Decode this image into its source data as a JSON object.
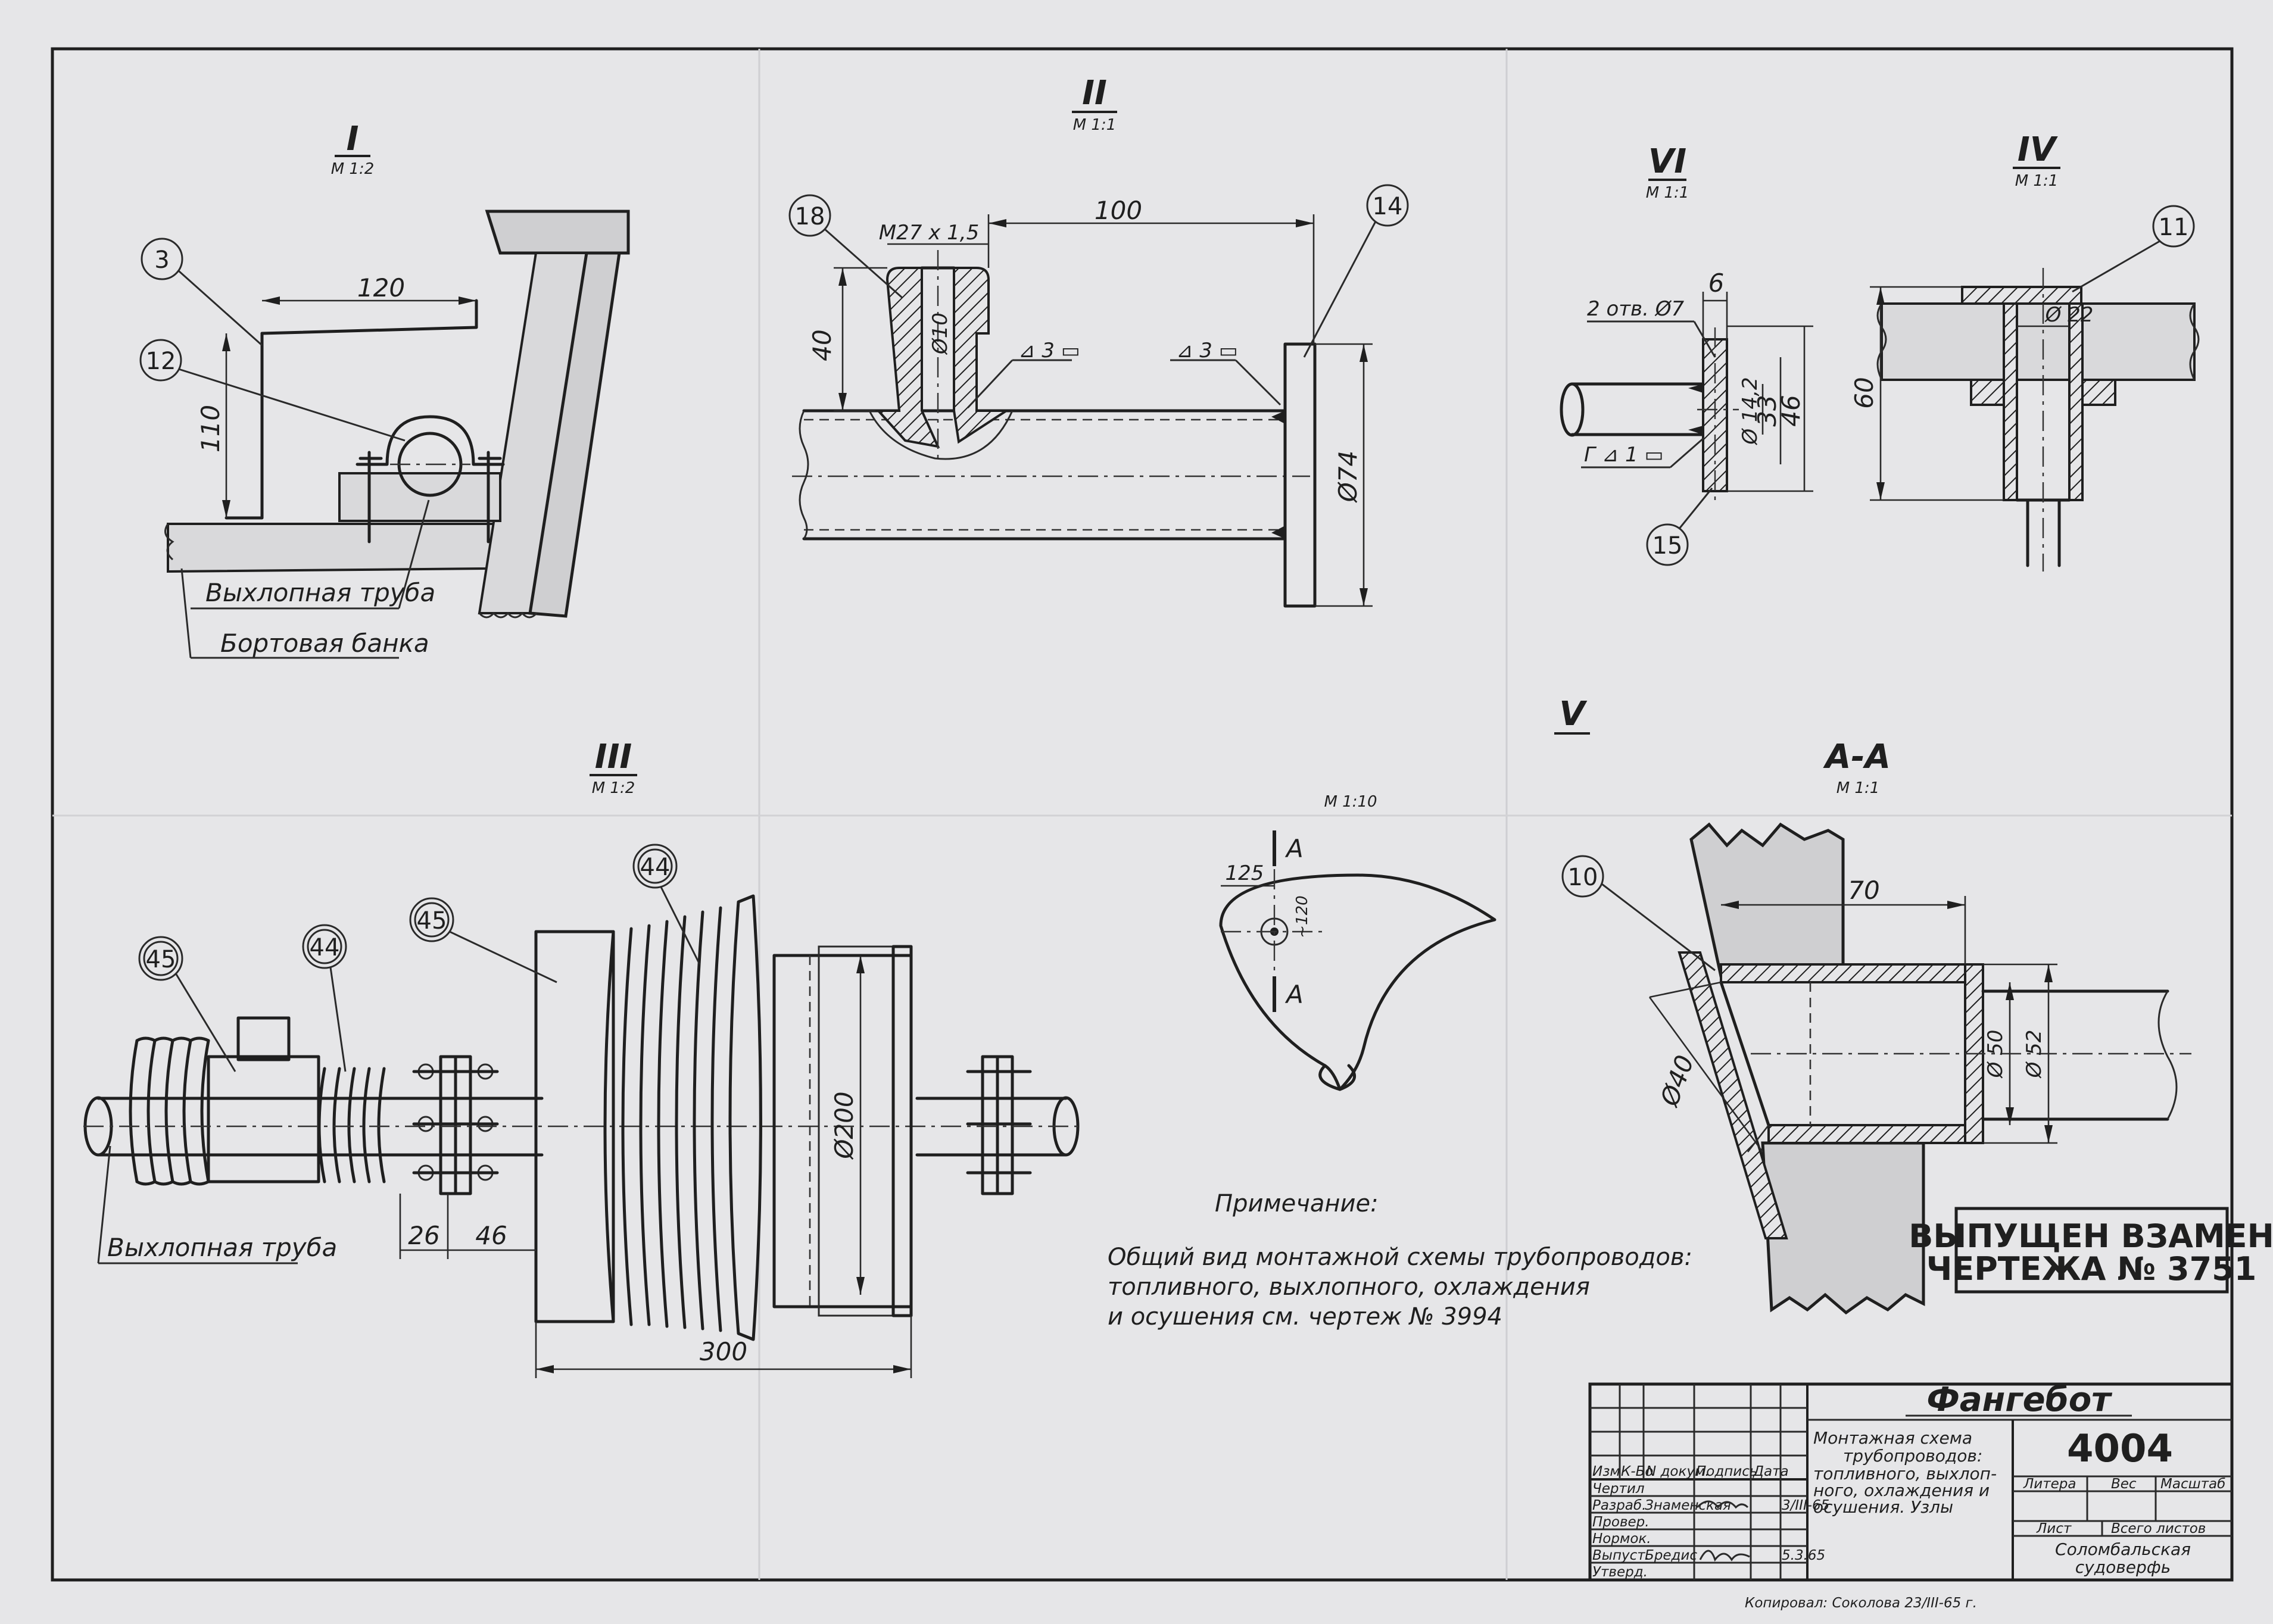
{
  "views": {
    "v1": {
      "title": "I",
      "scale": "М 1:2",
      "callouts": [
        "3",
        "12"
      ],
      "dims": [
        "120",
        "110"
      ],
      "labels": [
        "Выхлопная труба",
        "Бортовая банка"
      ]
    },
    "v2": {
      "title": "II",
      "scale": "М 1:1",
      "callouts": [
        "18",
        "14"
      ],
      "dims": [
        "100",
        "М27 х 1,5",
        "40",
        "Ø10",
        "Ø74"
      ],
      "welds": [
        "⊿ 3 ▭",
        "⊿ 3 ▭"
      ]
    },
    "v6": {
      "title": "VI",
      "scale": "М 1:1",
      "callouts": [
        "15"
      ],
      "dims": [
        "2 отв. Ø7",
        "6",
        "Ø 14,2",
        "33",
        "46"
      ],
      "weld": "Г ⊿ 1 ▭"
    },
    "v4": {
      "title": "IV",
      "scale": "М 1:1",
      "callouts": [
        "11"
      ],
      "dims": [
        "60",
        "Ø 22"
      ]
    },
    "v3": {
      "title": "III",
      "scale": "М 1:2",
      "callouts": [
        "45",
        "44",
        "45",
        "44"
      ],
      "dims": [
        "26",
        "46",
        "Ø200",
        "300"
      ],
      "labels": [
        "Выхлопная труба"
      ]
    },
    "v5": {
      "title": "V",
      "scale": "М 1:10",
      "section": "A",
      "dims": [
        "125",
        "~120"
      ]
    },
    "aa": {
      "title": "А-А",
      "scale": "М 1:1",
      "callouts": [
        "10"
      ],
      "dims": [
        "70",
        "Ø40",
        "Ø 50",
        "Ø 52"
      ]
    }
  },
  "note": {
    "title": "Примечание:",
    "lines": [
      "Общий вид монтажной схемы трубопроводов:",
      "топливного, выхлопного, охлаждения",
      "и осушения см. чертеж № 3994"
    ]
  },
  "stamp": {
    "line1": "ВЫПУЩЕН ВЗАМЕН",
    "line2": "ЧЕРТЕЖА № 3751"
  },
  "title_block": {
    "product": "Фангебот",
    "drawing_no": "4004",
    "name_lines": [
      "Монтажная схема",
      "трубопроводов:",
      "топливного, выхлоп-",
      "ного, охлаждения и",
      "осушения. Узлы"
    ],
    "header": [
      "Изм",
      "К-Бо",
      "N докум.",
      "Подпись",
      "Дата"
    ],
    "rows": [
      {
        "role": "Чертил",
        "name": "",
        "date": ""
      },
      {
        "role": "Разраб.",
        "name": "Знаменская",
        "date": "3/III-65"
      },
      {
        "role": "Провер.",
        "name": "",
        "date": ""
      },
      {
        "role": "Нормок.",
        "name": "",
        "date": ""
      },
      {
        "role": "Выпуст.",
        "name": "Бредис",
        "date": "5.3.65"
      },
      {
        "role": "Утверд.",
        "name": "",
        "date": ""
      }
    ],
    "cols": [
      "Литера",
      "Вес",
      "Масштаб"
    ],
    "sheet_labels": [
      "Лист",
      "Всего листов"
    ],
    "org_lines": [
      "Соломбальская",
      "судоверфь"
    ],
    "copied": "Копировал: Соколова 23/III-65 г."
  }
}
